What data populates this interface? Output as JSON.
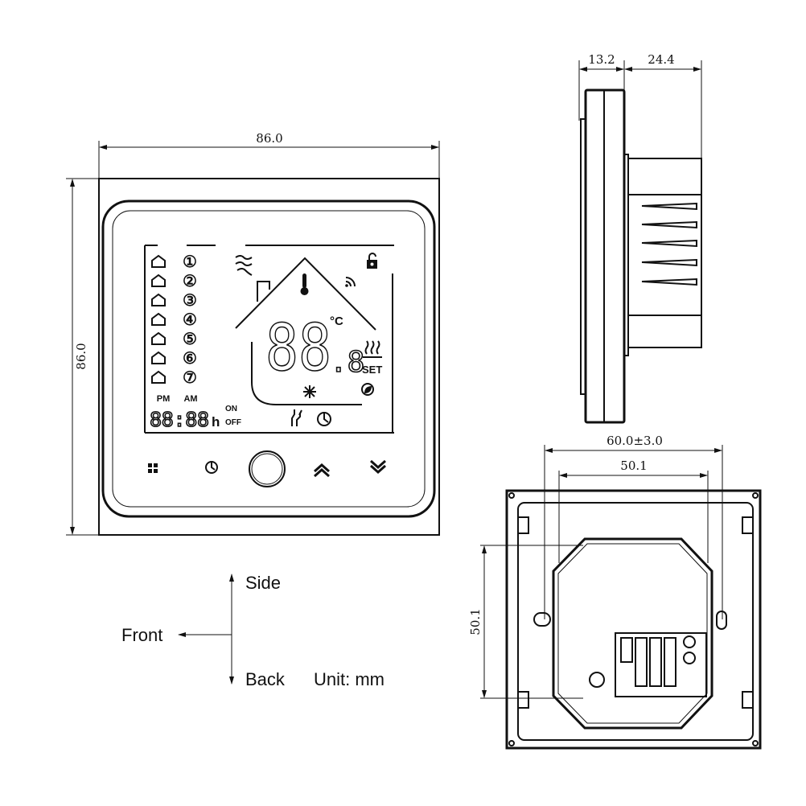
{
  "dimensions": {
    "front_width": "86.0",
    "front_height": "86.0",
    "side_front_depth": "13.2",
    "side_back_depth": "24.4",
    "back_hole_spacing": "60.0±3.0",
    "back_box_width": "50.1",
    "back_box_height": "50.1"
  },
  "lcd": {
    "program_numbers": [
      "①",
      "②",
      "③",
      "④",
      "⑤",
      "⑥",
      "⑦"
    ],
    "pm": "PM",
    "am": "AM",
    "time_digits": "88:88",
    "hour_unit": "h",
    "on": "ON",
    "off": "OFF",
    "main_digits": "88",
    "decimal_digit": ".8",
    "temp_unit": "°C",
    "set": "SET"
  },
  "legend": {
    "side": "Side",
    "front": "Front",
    "back": "Back",
    "unit": "Unit: mm"
  },
  "icons": [
    "house-program-icon",
    "wave-icon",
    "thermometer-icon",
    "wifi-icon",
    "lock-icon",
    "heat-icon",
    "sun-icon",
    "hand-icon",
    "clock-icon",
    "eco-icon",
    "menu-grid-icon",
    "power-button-icon",
    "up-chevron-icon",
    "down-chevron-icon"
  ]
}
